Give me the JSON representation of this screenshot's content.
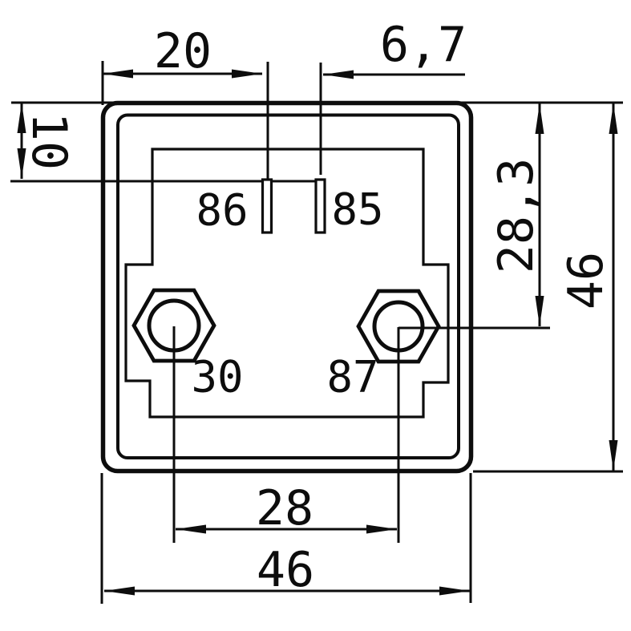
{
  "colors": {
    "ink": "#0d0d0d",
    "paper": "#ffffff"
  },
  "dimensions": {
    "slot_offset_left": "20",
    "slot_pitch": "6,7",
    "slot_row_depth": "10",
    "nut_row_depth": "28,3",
    "overall_height": "46",
    "nut_pitch": "28",
    "overall_width": "46"
  },
  "terminals": {
    "top_left": "86",
    "top_right": "85",
    "bottom_left": "30",
    "bottom_right": "87"
  }
}
